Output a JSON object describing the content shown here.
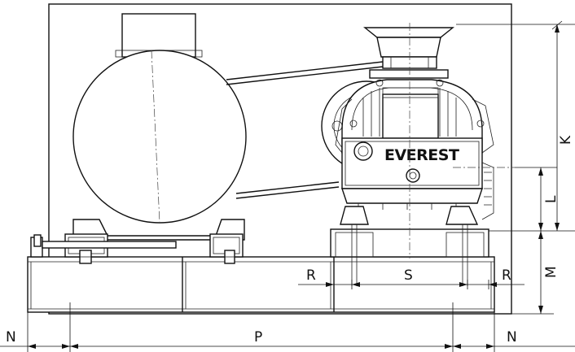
{
  "brand": "EVEREST",
  "dimension_labels": {
    "K": "K",
    "L": "L",
    "M": "M",
    "N_left": "N",
    "N_right": "N",
    "P": "P",
    "R_left": "R",
    "R_right": "R",
    "S": "S"
  }
}
